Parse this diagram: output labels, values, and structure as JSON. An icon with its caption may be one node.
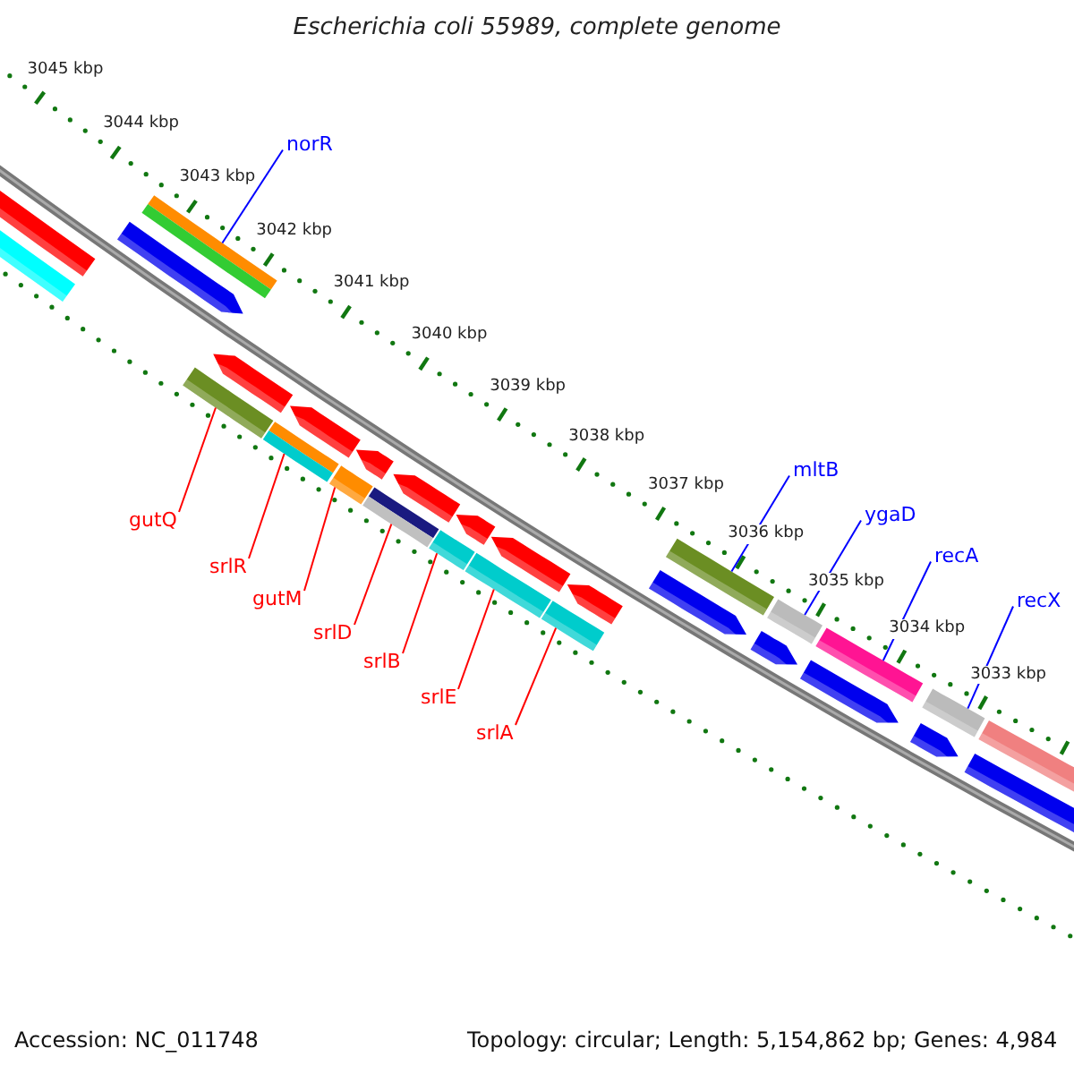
{
  "diagram": {
    "title": "Escherichia coli 55989, complete genome",
    "nodes": [
      {
        "text": [
          "norR"
        ]
      },
      {
        "text": [
          "mltB"
        ]
      },
      {
        "text": [
          "ygaD"
        ]
      },
      {
        "text": [
          "recA"
        ]
      },
      {
        "text": [
          "recX"
        ]
      },
      {
        "text": [
          "gutQ"
        ]
      },
      {
        "text": [
          "srlR"
        ]
      },
      {
        "text": [
          "gutM"
        ]
      },
      {
        "text": [
          "srlD"
        ]
      },
      {
        "text": [
          "srlB"
        ]
      },
      {
        "text": [
          "srlE"
        ]
      },
      {
        "text": [
          "srlA"
        ]
      },
      {
        "text": [],
        "shape": "bar"
      },
      {
        "text": [],
        "shape": "bar"
      },
      {
        "text": [],
        "shape": "bar"
      },
      {
        "text": [],
        "shape": "bar"
      },
      {
        "text": [],
        "shape": "bar"
      },
      {
        "text": [],
        "shape": "bar"
      },
      {
        "text": [],
        "shape": "bar"
      },
      {
        "text": [],
        "shape": "bar"
      },
      {
        "text": [],
        "shape": "bar"
      },
      {
        "text": [],
        "shape": "bar"
      },
      {
        "text": [],
        "shape": "bar"
      },
      {
        "text": [],
        "shape": "bar"
      }
    ],
    "edges": [
      {
        "from": 0,
        "to": 12,
        "arrow": "none",
        "color": "#0000ff"
      },
      {
        "from": 1,
        "to": 13,
        "arrow": "none",
        "color": "#0000ff"
      },
      {
        "from": 2,
        "to": 14,
        "arrow": "none",
        "color": "#0000ff"
      },
      {
        "from": 3,
        "to": 15,
        "arrow": "none",
        "color": "#0000ff"
      },
      {
        "from": 4,
        "to": 16,
        "arrow": "none",
        "color": "#0000ff"
      },
      {
        "from": 5,
        "to": 17,
        "arrow": "none"
      },
      {
        "from": 6,
        "to": 18,
        "arrow": "none"
      },
      {
        "from": 7,
        "to": 19,
        "arrow": "none"
      },
      {
        "from": 8,
        "to": 20,
        "arrow": "none"
      },
      {
        "from": 9,
        "to": 21,
        "arrow": "none"
      },
      {
        "from": 10,
        "to": 22,
        "arrow": "none"
      },
      {
        "from": 11,
        "to": 23,
        "arrow": "none"
      }
    ],
    "labels": [
      "3045 kbp",
      "3044 kbp",
      "3043 kbp",
      "3042 kbp",
      "3041 kbp",
      "3040 kbp",
      "3039 kbp",
      "3038 kbp",
      "3037 kbp",
      "3036 kbp",
      "3035 kbp",
      "3034 kbp",
      "3033 kbp",
      "Accession: NC_011748",
      "Topology: circular; Length: 5,154,862 bp; Genes: 4,984"
    ]
  }
}
